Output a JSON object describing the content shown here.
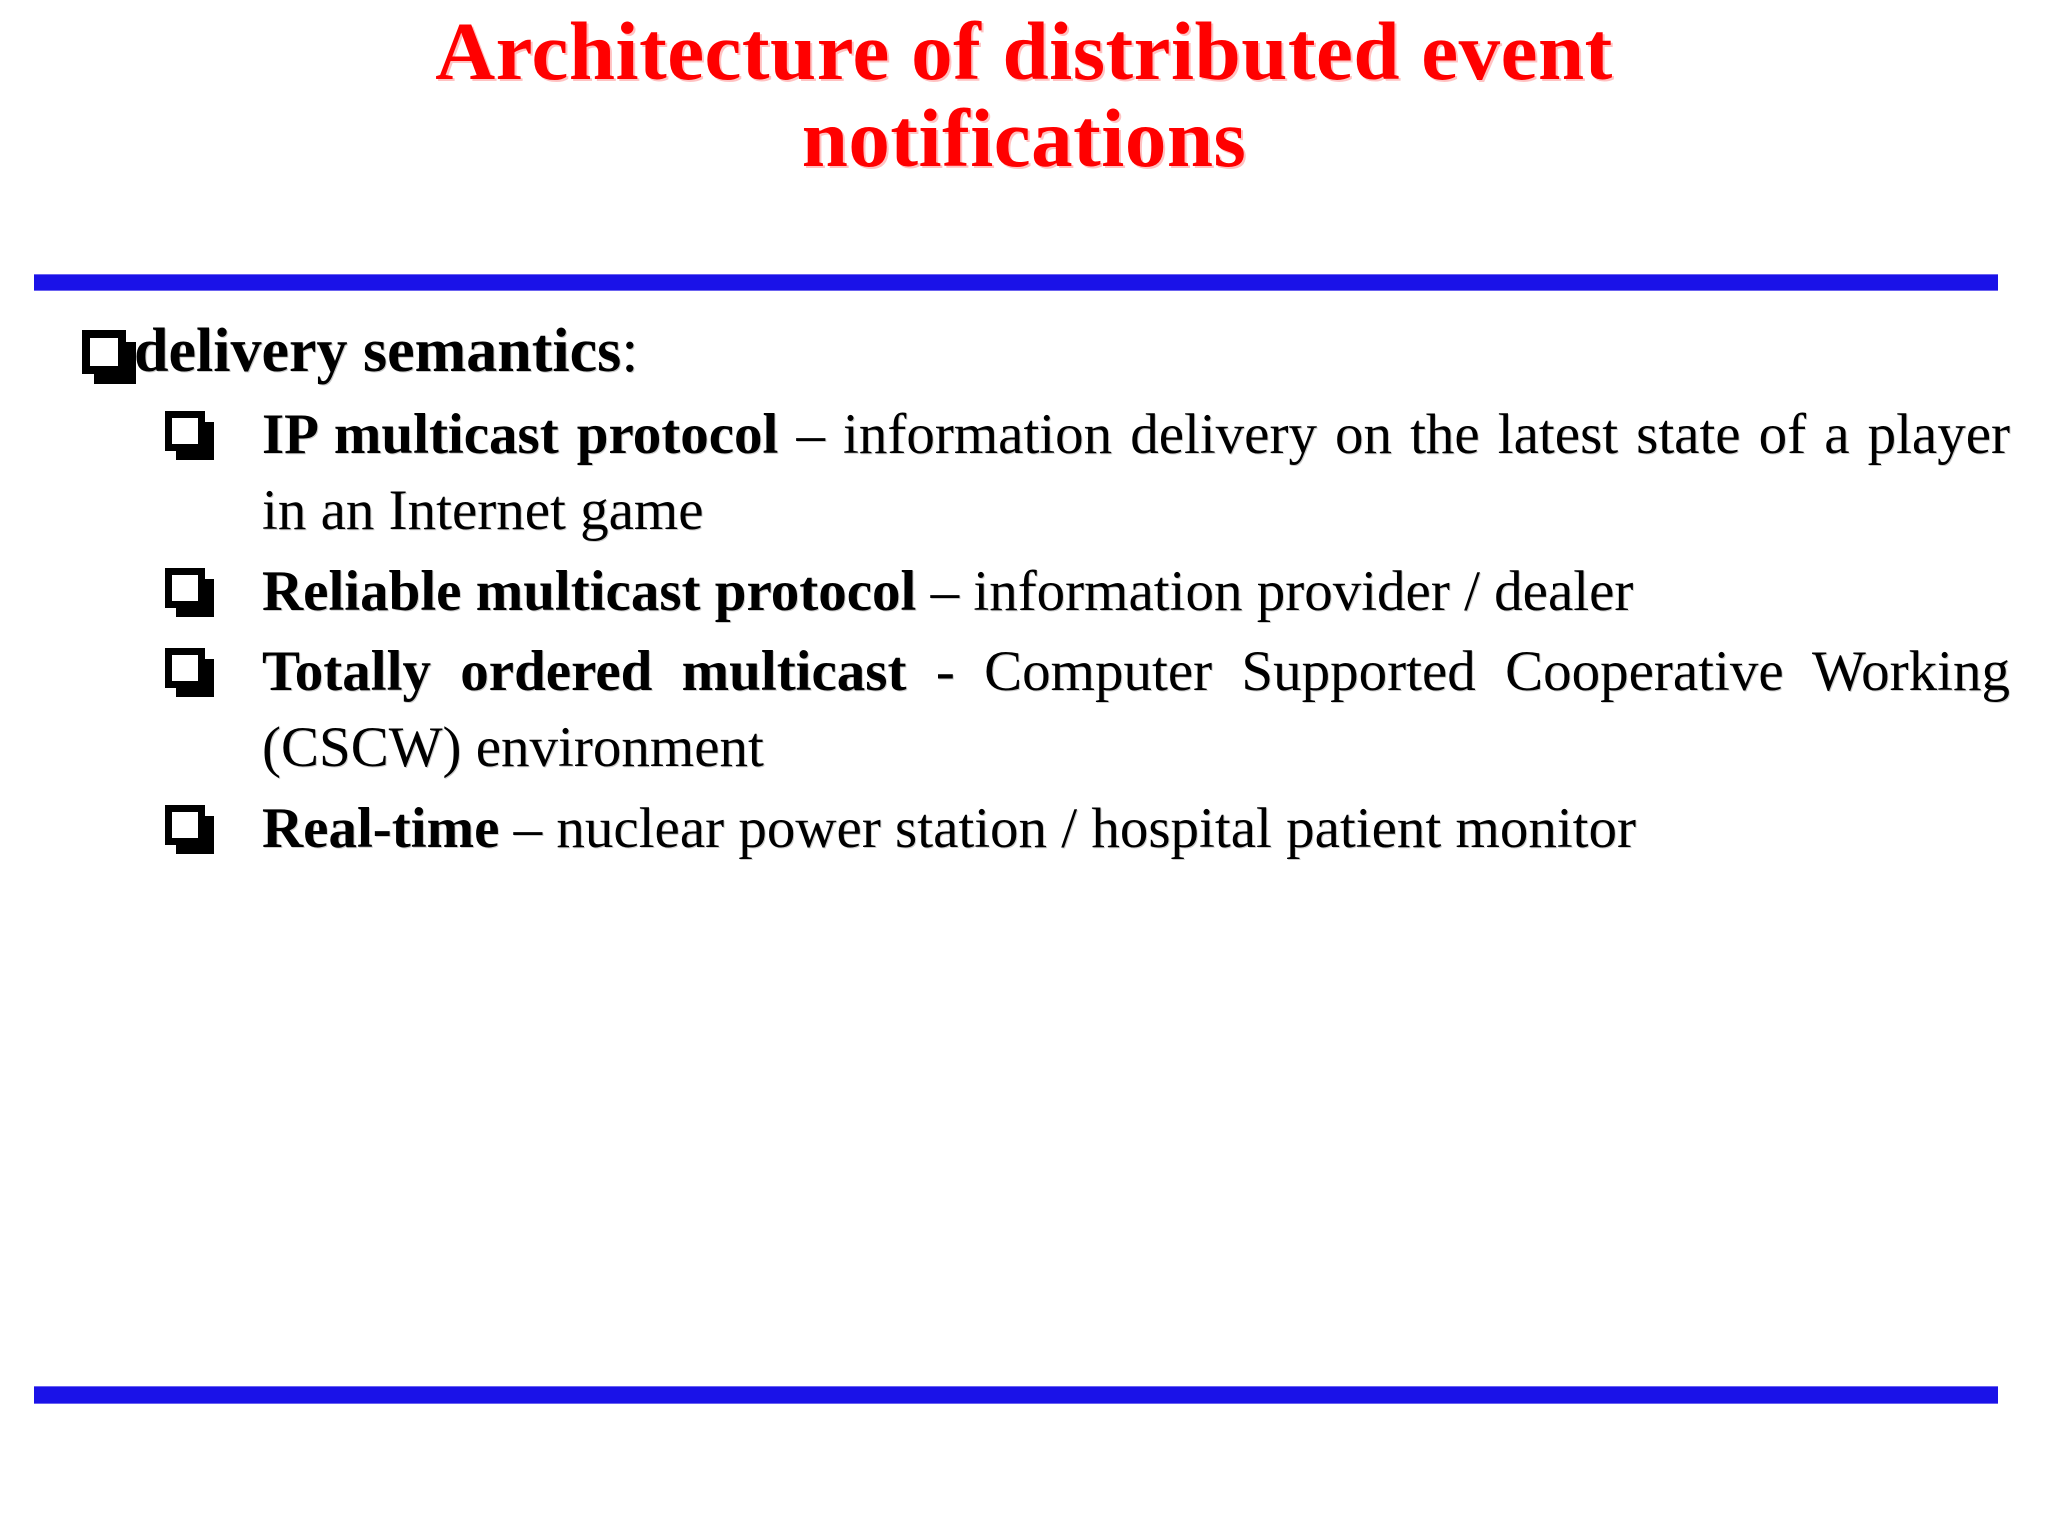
{
  "slide": {
    "title_lines": [
      "Architecture of distributed event",
      "notifications"
    ],
    "title_color": "#FF0000",
    "rule_color": "#1A12E8",
    "background_color": "#FFFFFF",
    "bullet_icon": "hollow-square-bullet"
  },
  "content": {
    "level1": {
      "bullet": "hollow-square-bullet",
      "text_bold": "delivery semantics",
      "text_tail": ":"
    },
    "level2": [
      {
        "bullet": "hollow-square-bullet",
        "lead": "IP multicast protocol",
        "rest": " – information delivery on the latest state of a player in an Internet game"
      },
      {
        "bullet": "hollow-square-bullet",
        "lead": "Reliable multicast protocol",
        "rest": " – information provider / dealer"
      },
      {
        "bullet": "hollow-square-bullet",
        "lead": "Totally ordered multicast",
        "rest": " - Computer Supported Cooperative Working (CSCW) environment"
      },
      {
        "bullet": "hollow-square-bullet",
        "lead": "Real-time",
        "rest": " – nuclear power station / hospital patient monitor"
      }
    ]
  }
}
